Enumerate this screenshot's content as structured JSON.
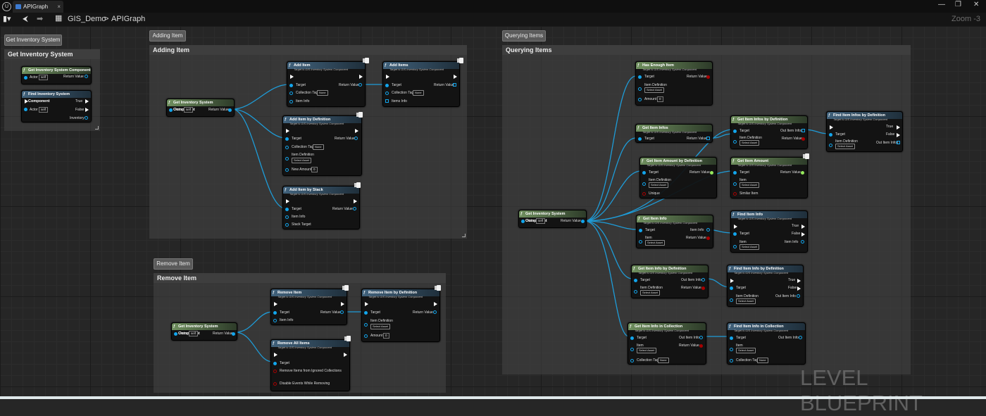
{
  "app": {
    "tab_title": "APIGraph",
    "window_controls": [
      "—",
      "❐",
      "✕"
    ]
  },
  "toolbar": {
    "crumb_project": "GIS_Demo",
    "crumb_sep": ">",
    "crumb_graph": "APIGraph",
    "zoom": "Zoom -3"
  },
  "watermark": "LEVEL BLUEPRINT",
  "comments": {
    "get_inventory": {
      "button": "Get Inventory System",
      "title": "Get Inventory System"
    },
    "adding": {
      "button": "Adding Item",
      "title": "Adding Item"
    },
    "remove": {
      "button": "Remove Item",
      "title": "Remove Item"
    },
    "querying": {
      "button": "Querying Items",
      "title": "Querying Items"
    }
  },
  "common": {
    "target_sub": "Target is GIS Inventory System Component",
    "actor": "Actor",
    "self": "self",
    "return_value": "Return Value",
    "target": "Target",
    "none": "None",
    "select_asset": "Select Asset",
    "true": "True",
    "false": "False",
    "item_info": "Item Info",
    "out_item_info": "Out Item Info",
    "item_definition": "Item Definition",
    "collection_tag": "Collection Tag",
    "zero": "0"
  },
  "nodes": {
    "get_inv_a": "Get Inventory System Component",
    "find_inv": "Find Inventory System Component",
    "inventory": "Inventory",
    "get_inv_add": "Get Inventory System Component",
    "add_item": "Add Item",
    "add_items": "Add Items",
    "items_info": "Items Info",
    "add_item_def": "Add Item by Definition",
    "new_amount": "New Amount",
    "add_item_stack": "Add Item by Stack",
    "stack_target": "Stack Target",
    "get_inv_remove": "Get Inventory System Component",
    "remove_item": "Remove Item",
    "remove_item_def": "Remove Item by Definition",
    "amount": "Amount",
    "remove_all": "Remove All Items",
    "remove_ignored": "Remove Items from Ignored Collections",
    "disable_events": "Disable Events While Removing",
    "get_inv_query": "Get Inventory System Component",
    "has_enough": "Has Enough Item",
    "get_item_infos": "Get Item Infos",
    "get_items_by_def": "Get Item Infos by Definition",
    "find_item_infos_by_def": "Find Item Infos by Definition",
    "out_items_infos": "Out Item Infos",
    "get_item_amount_def": "Get Item Amount by Definition",
    "unique": "Unique",
    "get_item_amount": "Get Item Amount",
    "item": "Item",
    "similar_item": "Similar Item",
    "get_item_info": "Get Item Info",
    "find_item_info": "Find Item Info",
    "get_item_info_def": "Get Item Info by Definition",
    "find_item_info_def": "Find Item Info by Definition",
    "get_item_info_col": "Get Item Info in Collection",
    "find_item_info_col": "Find Item Info in Collection"
  },
  "colors": {
    "wire": "#1e9cd8",
    "exec": "#ffffff",
    "green_header": "#6f8f5e",
    "blue_header": "#41627c"
  }
}
